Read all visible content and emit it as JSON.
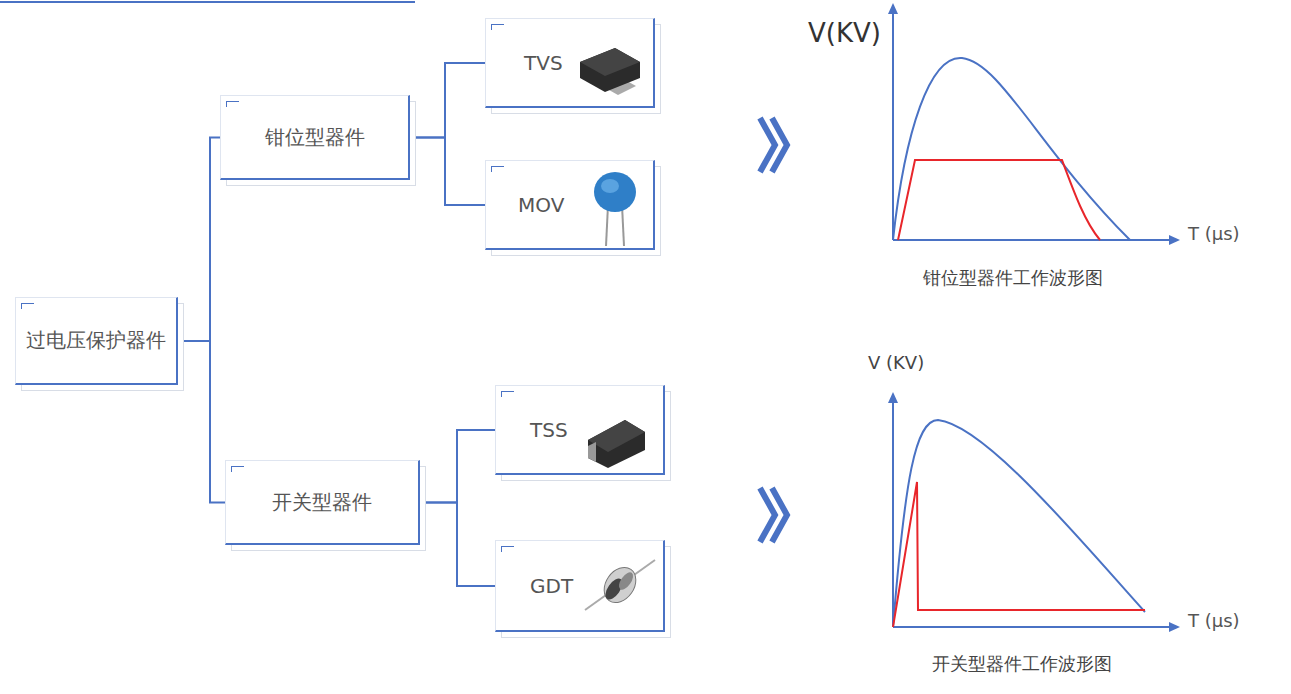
{
  "diagram": {
    "nodes": [
      {
        "text": [
          "过电压保护器件"
        ]
      },
      {
        "text": [
          "钳位型器件"
        ]
      },
      {
        "text": [
          "开关型器件"
        ]
      },
      {
        "text": [
          "TVS"
        ]
      },
      {
        "text": [
          "MOV"
        ]
      },
      {
        "text": [
          "TSS"
        ]
      },
      {
        "text": [
          "GDT"
        ]
      }
    ],
    "edges": [
      {
        "from": 0,
        "to": 1,
        "arrow": "none"
      },
      {
        "from": 0,
        "to": 2,
        "arrow": "none"
      },
      {
        "from": 1,
        "to": 3,
        "arrow": "none"
      },
      {
        "from": 1,
        "to": 4,
        "arrow": "none"
      },
      {
        "from": 2,
        "to": 5,
        "arrow": "none"
      },
      {
        "from": 2,
        "to": 6,
        "arrow": "none"
      }
    ],
    "labels": [
      "V(KV)",
      "T (μs)",
      "钳位型器件工作波形图",
      "V (KV)",
      "T (μs)",
      "开关型器件工作波形图"
    ]
  }
}
